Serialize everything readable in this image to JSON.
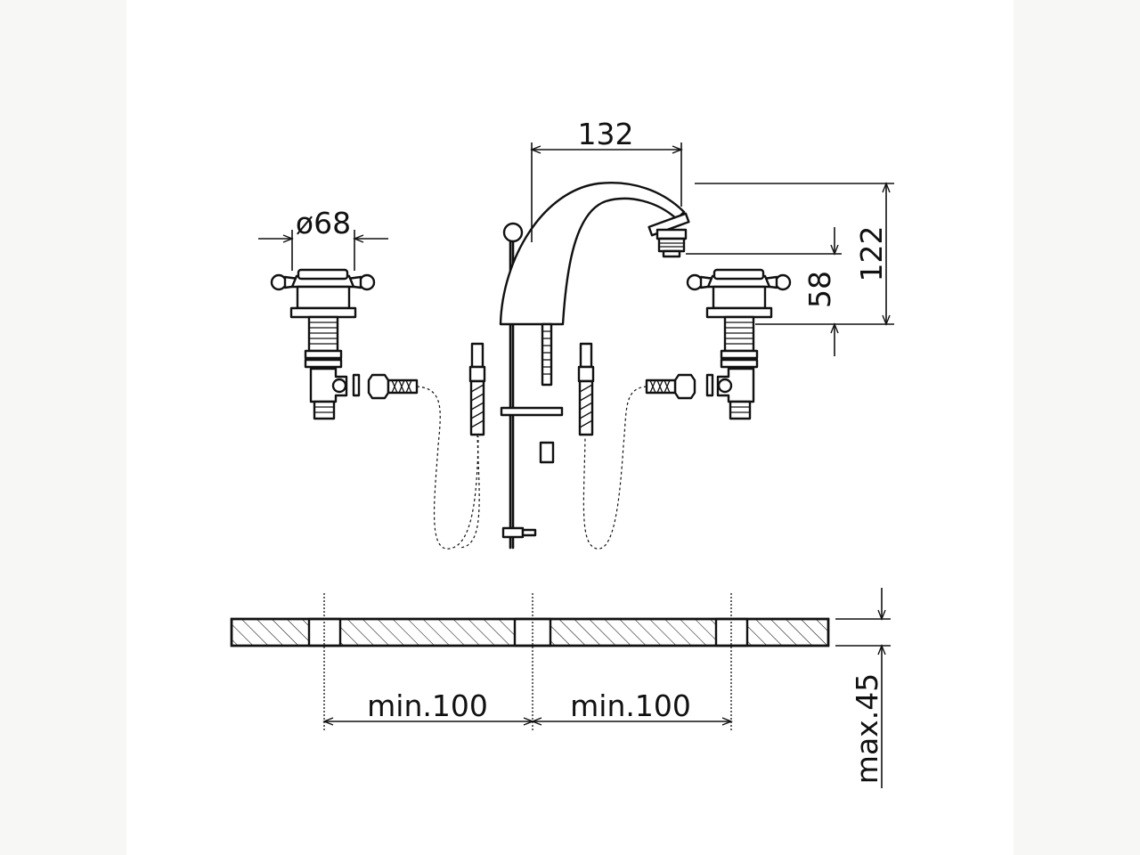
{
  "dimensions": {
    "spout_reach": "132",
    "handle_diameter": "ø68",
    "total_height": "122",
    "outlet_height": "58",
    "spacing_left": "min.100",
    "spacing_right": "min.100",
    "deck_thickness": "max.45"
  },
  "colors": {
    "line": "#111111",
    "paper": "#ffffff",
    "margin": "#f7f7f5"
  }
}
